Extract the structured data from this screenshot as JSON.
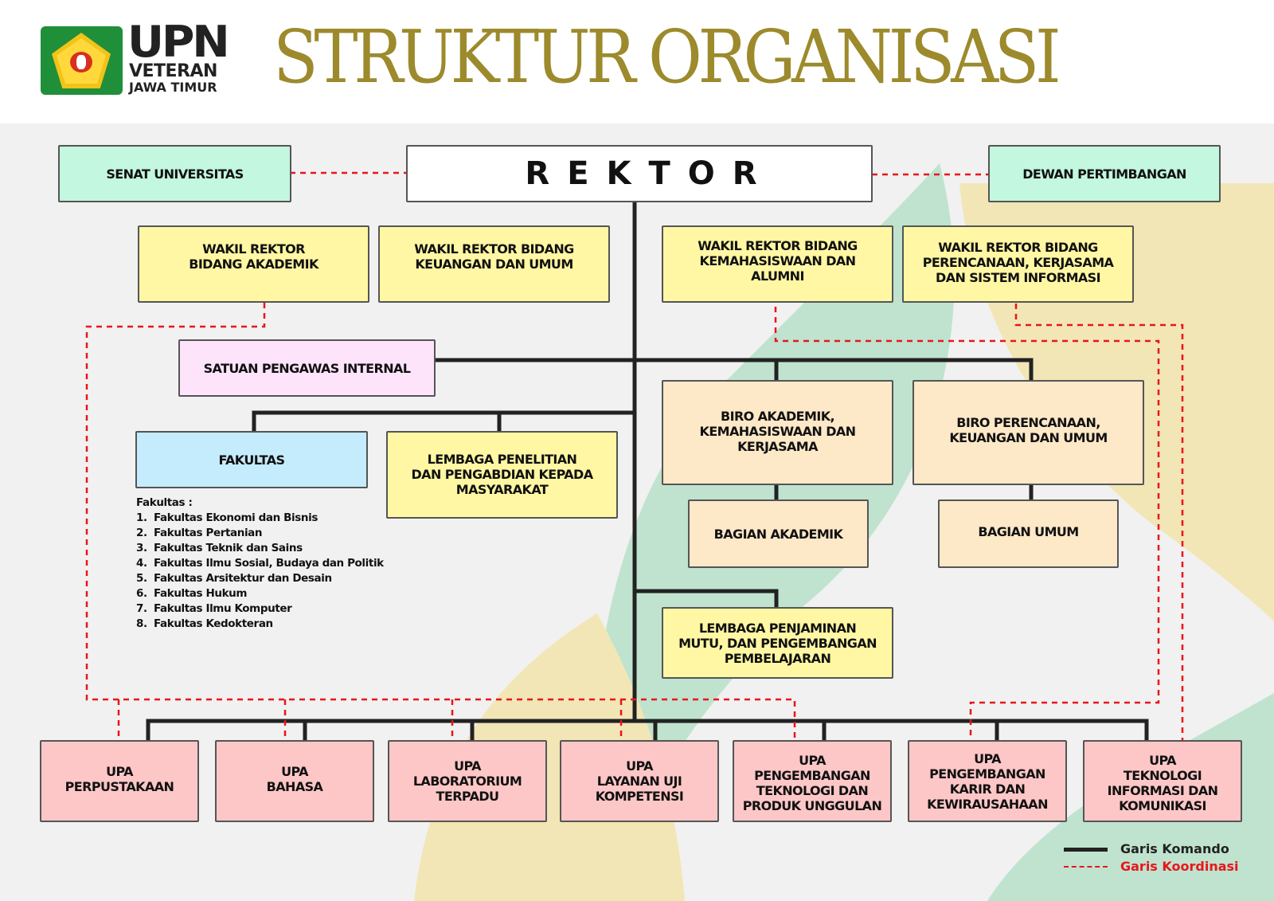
{
  "header": {
    "logo": {
      "line1": "UPN",
      "line2": "VETERAN",
      "line3": "JAWA TIMUR"
    },
    "title": "STRUKTUR ORGANISASI"
  },
  "colors": {
    "title": "#9c8a2c",
    "command_line": "#222222",
    "coordination_line": "#e8161b",
    "mint": "#c3f7df",
    "yellow": "#fff7a3",
    "lilac": "#fde4fb",
    "blue": "#c5ecfc",
    "peach": "#fde8c8",
    "rose": "#fec7c7"
  },
  "units": {
    "rektor": "REKTOR",
    "senat": "SENAT UNIVERSITAS",
    "dewan": "DEWAN PERTIMBANGAN",
    "wr1": "WAKIL REKTOR\nBIDANG AKADEMIK",
    "wr2": "WAKIL REKTOR BIDANG\nKEUANGAN DAN UMUM",
    "wr3": "WAKIL REKTOR BIDANG\nKEMAHASISWAAN DAN\nALUMNI",
    "wr4": "WAKIL REKTOR BIDANG\nPERENCANAAN, KERJASAMA\nDAN SISTEM INFORMASI",
    "spi": "SATUAN PENGAWAS INTERNAL",
    "fakultas": "FAKULTAS",
    "lppm": "LEMBAGA PENELITIAN\nDAN PENGABDIAN KEPADA\nMASYARAKAT",
    "biro_akademik": "BIRO AKADEMIK,\nKEMAHASISWAAN DAN\nKERJASAMA",
    "biro_perencanaan": "BIRO PERENCANAAN,\nKEUANGAN DAN UMUM",
    "bagian_akademik": "BAGIAN AKADEMIK",
    "bagian_umum": "BAGIAN UMUM",
    "lp3m": "LEMBAGA PENJAMINAN\nMUTU, DAN PENGEMBANGAN\nPEMBELAJARAN"
  },
  "fakultas_list": {
    "heading": "Fakultas :",
    "items": [
      {
        "num": "1.",
        "name": "Fakultas Ekonomi dan Bisnis"
      },
      {
        "num": "2.",
        "name": "Fakultas Pertanian"
      },
      {
        "num": "3.",
        "name": "Fakultas Teknik dan Sains"
      },
      {
        "num": "4.",
        "name": "Fakultas Ilmu Sosial, Budaya dan Politik"
      },
      {
        "num": "5.",
        "name": "Fakultas Arsitektur dan Desain"
      },
      {
        "num": "6.",
        "name": "Fakultas Hukum"
      },
      {
        "num": "7.",
        "name": "Fakultas Ilmu Komputer"
      },
      {
        "num": "8.",
        "name": "Fakultas Kedokteran"
      }
    ]
  },
  "upa": [
    "UPA\nPERPUSTAKAAN",
    "UPA\nBAHASA",
    "UPA\nLABORATORIUM\nTERPADU",
    "UPA\nLAYANAN UJI\nKOMPETENSI",
    "UPA\nPENGEMBANGAN\nTEKNOLOGI DAN\nPRODUK UNGGULAN",
    "UPA\nPENGEMBANGAN\nKARIR DAN\nKEWIRAUSAHAAN",
    "UPA\nTEKNOLOGI\nINFORMASI DAN\nKOMUNIKASI"
  ],
  "legend": {
    "command": "Garis Komando",
    "coordination": "Garis Koordinasi"
  }
}
